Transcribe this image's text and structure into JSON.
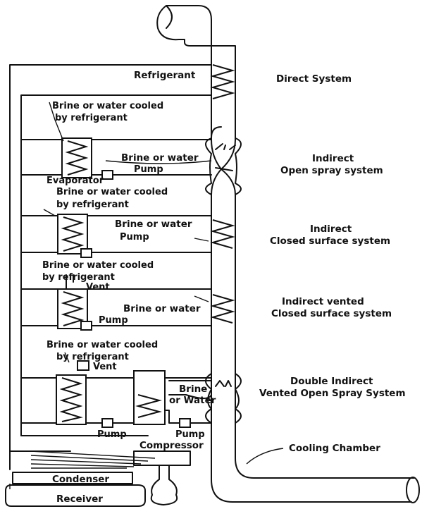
{
  "labels": {
    "refrigerant": "Refrigerant",
    "direct_system": "Direct System",
    "bw_cooled_1a": "Brine or water cooled",
    "bw_cooled_1b": "by refrigerant",
    "bw_1": "Brine or water",
    "pump_1": "Pump",
    "evaporator": "Evaporator",
    "indirect_1": "Indirect",
    "open_spray": "Open spray system",
    "bw_cooled_2a": "Brine or water cooled",
    "bw_cooled_2b": "by refrigerant",
    "bw_2": "Brine or water",
    "pump_2": "Pump",
    "indirect_2": "Indirect",
    "closed_surface": "Closed surface system",
    "bw_cooled_3a": "Brine or water cooled",
    "bw_cooled_3b": "by refrigerant",
    "vent_3": "Vent",
    "bw_3": "Brine or water",
    "pump_3": "Pump",
    "indirect_vented": "Indirect vented",
    "closed_surface_3": "Closed surface system",
    "bw_cooled_4a": "Brine or water cooled",
    "bw_cooled_4b": "by refrigerant",
    "vent_4": "Vent",
    "brine_4": "Brine",
    "or_water_4": "or Water",
    "pump_4a": "Pump",
    "pump_4b": "Pump",
    "double_indirect": "Double Indirect",
    "vented_open_spray": "Vented Open Spray System",
    "compressor": "Compressor",
    "cooling_chamber": "Cooling Chamber",
    "condenser": "Condenser",
    "receiver": "Receiver"
  }
}
